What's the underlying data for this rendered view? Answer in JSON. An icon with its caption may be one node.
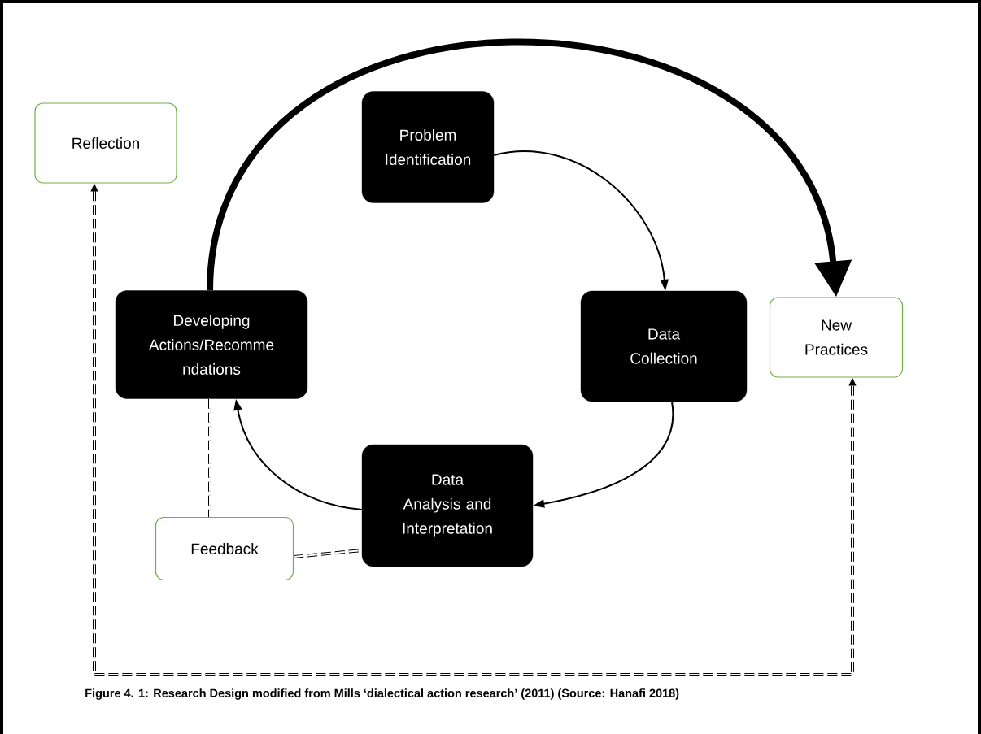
{
  "diagram": {
    "caption": "Figure 4. 1: Research Design modified from Mills ‘dialectical action research’ (2011) (Source: Hanafi 2018)",
    "nodes": [
      {
        "text": [
          "Reflection"
        ]
      },
      {
        "text": [
          "Problem Identification"
        ]
      },
      {
        "text": [
          "Developing Actions/Recomme ndations"
        ]
      },
      {
        "text": [
          "Data Collection"
        ]
      },
      {
        "text": [
          "New Practices"
        ]
      },
      {
        "text": [
          "Data Analysis and Interpretation"
        ]
      },
      {
        "text": [
          "Feedback"
        ]
      }
    ],
    "edges": [
      {
        "from": 1,
        "to": 3,
        "arrow": "to"
      },
      {
        "from": 3,
        "to": 5,
        "arrow": "to"
      },
      {
        "from": 5,
        "to": 2,
        "arrow": "to"
      },
      {
        "from": 2,
        "to": 4,
        "arrow": "to",
        "style": "thick"
      },
      {
        "from": 2,
        "to": 6,
        "arrow": "none",
        "style": "dashed"
      },
      {
        "from": 6,
        "to": 5,
        "arrow": "none",
        "style": "dashed"
      },
      {
        "from": 0,
        "to": 4,
        "arrow": "both",
        "style": "dashed"
      }
    ]
  }
}
